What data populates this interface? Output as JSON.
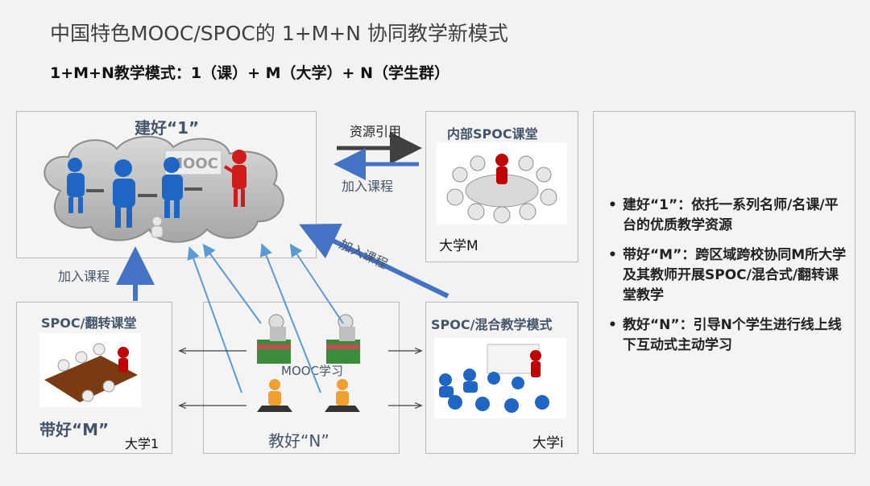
{
  "title": "中国特色MOOC/SPOC的 1+M+N 协同教学新模式",
  "subtitle": "1+M+N教学模式：1（课）+ M（大学）+ N（学生群）",
  "box_top_left": {
    "label": "建好“1”",
    "cloud_text": "MOOC"
  },
  "box_top_right": {
    "label": "内部SPOC课堂",
    "caption": "大学M"
  },
  "arrow_resource": "资源引用",
  "arrow_join_1": "加入课程",
  "arrow_join_2": "加入课程",
  "arrow_join_3": "加入课程",
  "box_bottom_left": {
    "label": "SPOC/翻转课堂",
    "caption_main": "带好“M”",
    "caption_small": "大学1"
  },
  "box_bottom_middle": {
    "label": "MOOC学习",
    "caption": "教好“N”"
  },
  "box_bottom_right": {
    "label": "SPOC/混合教学模式",
    "caption": "大学i"
  },
  "bullets": [
    "建好“1”：依托一系列名师/名课/平台的优质教学资源",
    "带好“M”：跨区域跨校协同M所大学及其教师开展SPOC/混合式/翻转课堂教学",
    "教好“N”：引导N个学生进行线上线下互动式主动学习"
  ],
  "colors": {
    "accent_blue": "#4472c4",
    "dark_arrow": "#404040",
    "figure_blue": "#1f66c4",
    "figure_red": "#d11a1a"
  }
}
